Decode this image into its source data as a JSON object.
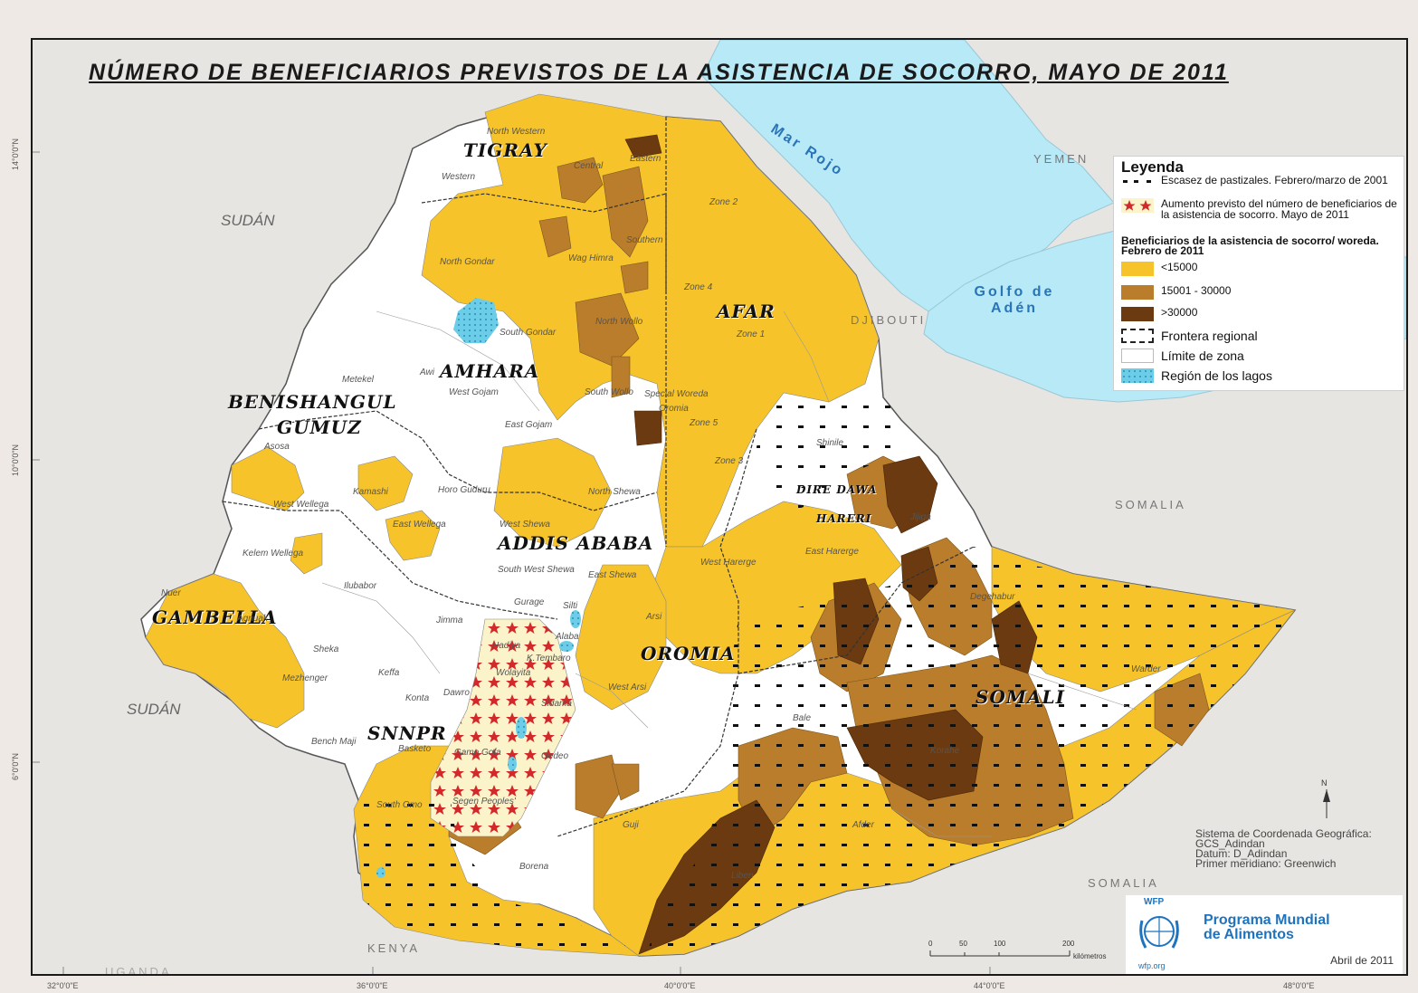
{
  "title": "NÚMERO DE BENEFICIARIOS PREVISTOS DE LA ASISTENCIA DE SOCORRO, MAYO DE 2011",
  "colors": {
    "water": "#b7e9f7",
    "low": "#f6c42a",
    "mid": "#b97d2b",
    "high": "#6b3a10",
    "white_area": "#ffffff",
    "neighbors": "#e7e5e2",
    "star": "#d22a2a",
    "lake": "#6ccde8"
  },
  "regions": {
    "tigray": "TIGRAY",
    "afar": "AFAR",
    "amhara": "AMHARA",
    "benishangul": "BENISHANGUL",
    "gumuz": "GUMUZ",
    "addis": "ADDIS ABABA",
    "gambella": "GAMBELLA",
    "oromia": "OROMIA",
    "snnpr": "SNNPR",
    "somali": "SOMALI",
    "dire_dawa": "DIRE DAWA",
    "hareri": "HARERI"
  },
  "countries": {
    "sudan_n": "SUDÁN",
    "sudan_s": "SUDÁN",
    "yemen": "YEMEN",
    "djibouti": "DJIBOUTI",
    "somalia_n": "SOMALIA",
    "somalia_s": "SOMALIA",
    "kenya": "KENYA",
    "uganda": "UGANDA"
  },
  "seas": {
    "red_sea": "Mar Rojo",
    "gulf_line1": "Golfo de",
    "gulf_line2": "Adén"
  },
  "zones": {
    "north_western": "North Western",
    "western": "Western",
    "central": "Central",
    "eastern": "Eastern",
    "southern": "Southern",
    "zone2": "Zone 2",
    "wag_himra": "Wag Himra",
    "north_gondar": "North Gondar",
    "zone4": "Zone 4",
    "north_wollo": "North Wollo",
    "south_gondar": "South Gondar",
    "zone1": "Zone 1",
    "awi": "Awi",
    "metekel": "Metekel",
    "west_gojam": "West Gojam",
    "south_wollo": "South Wollo",
    "special_woreda": "Special Woreda",
    "oromia_z": "Oromia",
    "zone5": "Zone 5",
    "east_gojam": "East Gojam",
    "asosa": "Asosa",
    "zone3": "Zone 3",
    "shinile": "Shinile",
    "kamashi": "Kamashi",
    "horo_guduru": "Horo Guduru",
    "north_shewa": "North Shewa",
    "west_wellega": "West Wellega",
    "east_wellega": "East Wellega",
    "west_shewa": "West Shewa",
    "jijiga": "Jijiga",
    "kelem_wellega": "Kelem Wellega",
    "east_harerge": "East Harerge",
    "west_harerge": "West Harerge",
    "south_west_shewa": "South West Shewa",
    "east_shewa": "East Shewa",
    "degehabur": "Degehabur",
    "nuer": "Nuer",
    "ilubabor": "Ilubabor",
    "gurage": "Gurage",
    "silti": "Silti",
    "agnuak": "Agnuak",
    "jimma": "Jimma",
    "hadiya": "Hadiya",
    "alaba": "Alaba",
    "arsi": "Arsi",
    "sheka": "Sheka",
    "kembata": "K.Tembaro",
    "mezhenger": "Mezhenger",
    "keffa": "Keffa",
    "wolayita": "Wolayita",
    "west_arsi": "West Arsi",
    "warder": "Warder",
    "konta": "Konta",
    "dawro": "Dawro",
    "sidama": "Sidama",
    "bale": "Bale",
    "bench_maji": "Bench Maji",
    "basketo": "Basketo",
    "gamo_gofa": "Gamo Gofa",
    "gedeo": "Gedeo",
    "korahe": "Korahe",
    "south_omo": "South Omo",
    "segen": "Segen Peoples'",
    "guji": "Guji",
    "afder": "Afder",
    "borena": "Borena",
    "liben": "Liben"
  },
  "legend": {
    "heading": "Leyenda",
    "item1": "Escasez de pastizales. Febrero/marzo de 2001",
    "item2": "Aumento previsto del número de beneficiarios de la asistencia de socorro. Mayo de 2011",
    "section": "Beneficiarios de la asistencia de socorro/ woreda. Febrero de 2011",
    "class1": "<15000",
    "class2": "15001 - 30000",
    "class3": ">30000",
    "regional_border": "Frontera regional",
    "zone_limit": "Límite de zona",
    "lakes": "Región de los lagos"
  },
  "coord_system": {
    "line1": "Sistema de Coordenada Geográfica:",
    "line2": "GCS_Adindan",
    "line3": "Datum: D_Adindan",
    "line4": "Primer meridiano:  Greenwich"
  },
  "north_label": "N",
  "scale": {
    "labels": [
      "0",
      "50",
      "100",
      "200"
    ],
    "unit": "kilómetros"
  },
  "wfp": {
    "logo_top": "WFP",
    "logo_bottom": "wfp.org",
    "org_line1": "Programa Mundial",
    "org_line2": "de Alimentos",
    "date": "Abril de 2011"
  },
  "graticule": {
    "lon": [
      "32°0'0\"E",
      "36°0'0\"E",
      "40°0'0\"E",
      "44°0'0\"E",
      "48°0'0\"E"
    ],
    "lat": [
      "14°0'0\"N",
      "10°0'0\"N",
      "6°0'0\"N"
    ]
  }
}
